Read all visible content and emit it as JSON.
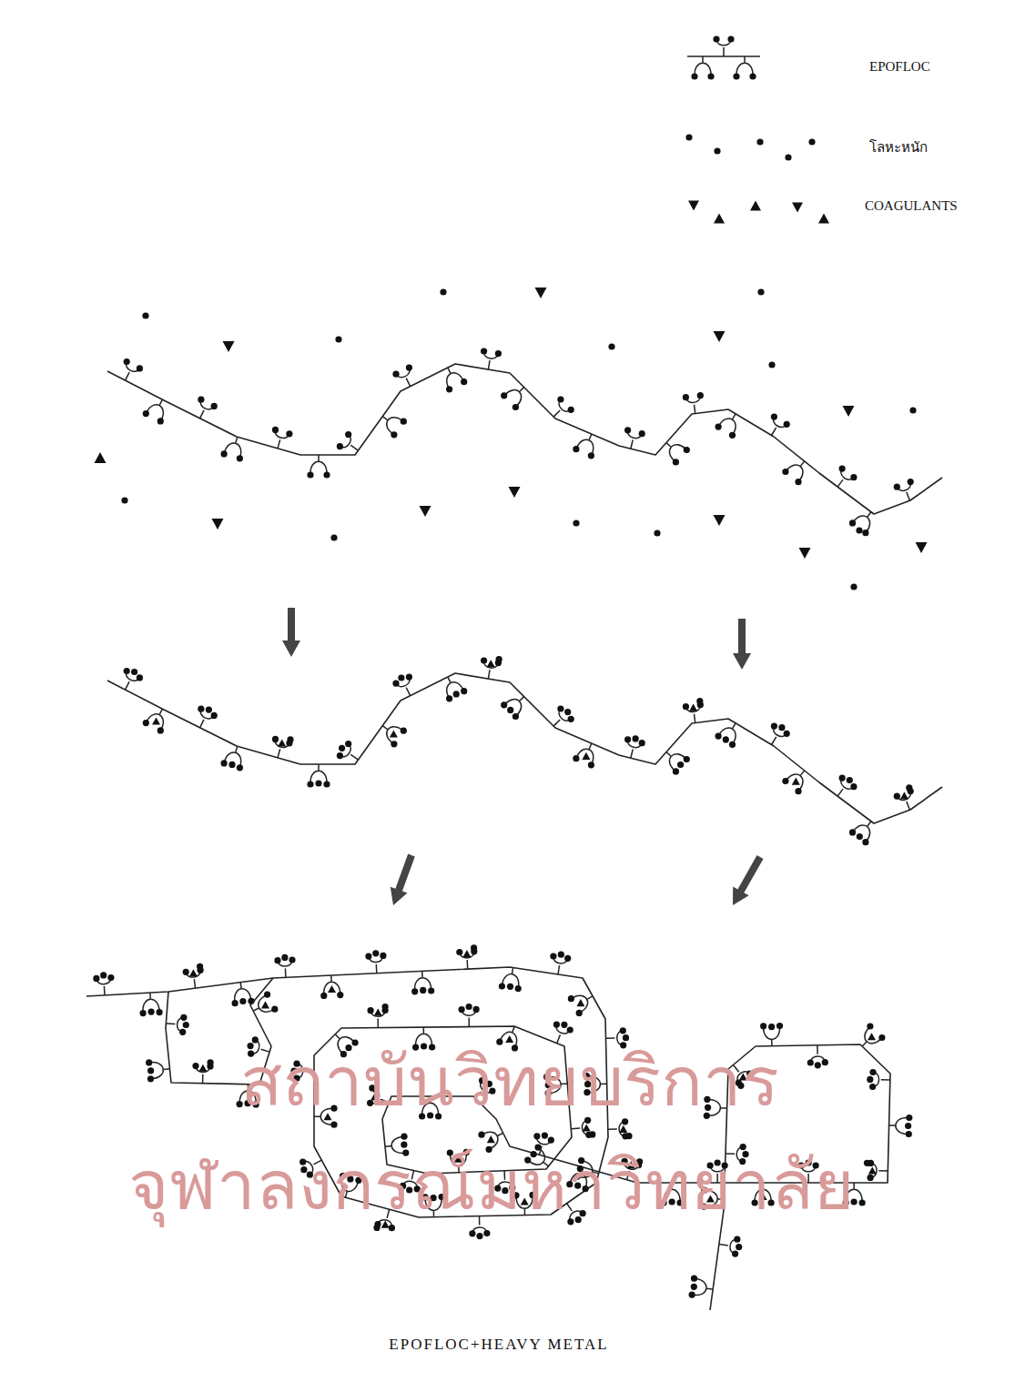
{
  "diagram": {
    "caption": "EPOFLOC+HEAVY METAL",
    "labels": [
      "สถาบันวิทยบริการ",
      "จุฬาลงกรณ์มหาวิทยาลัย"
    ],
    "legend": [
      {
        "text": "EPOFLOC"
      },
      {
        "text": "โลหะหนัก"
      },
      {
        "text": "COAGULANTS"
      }
    ]
  }
}
